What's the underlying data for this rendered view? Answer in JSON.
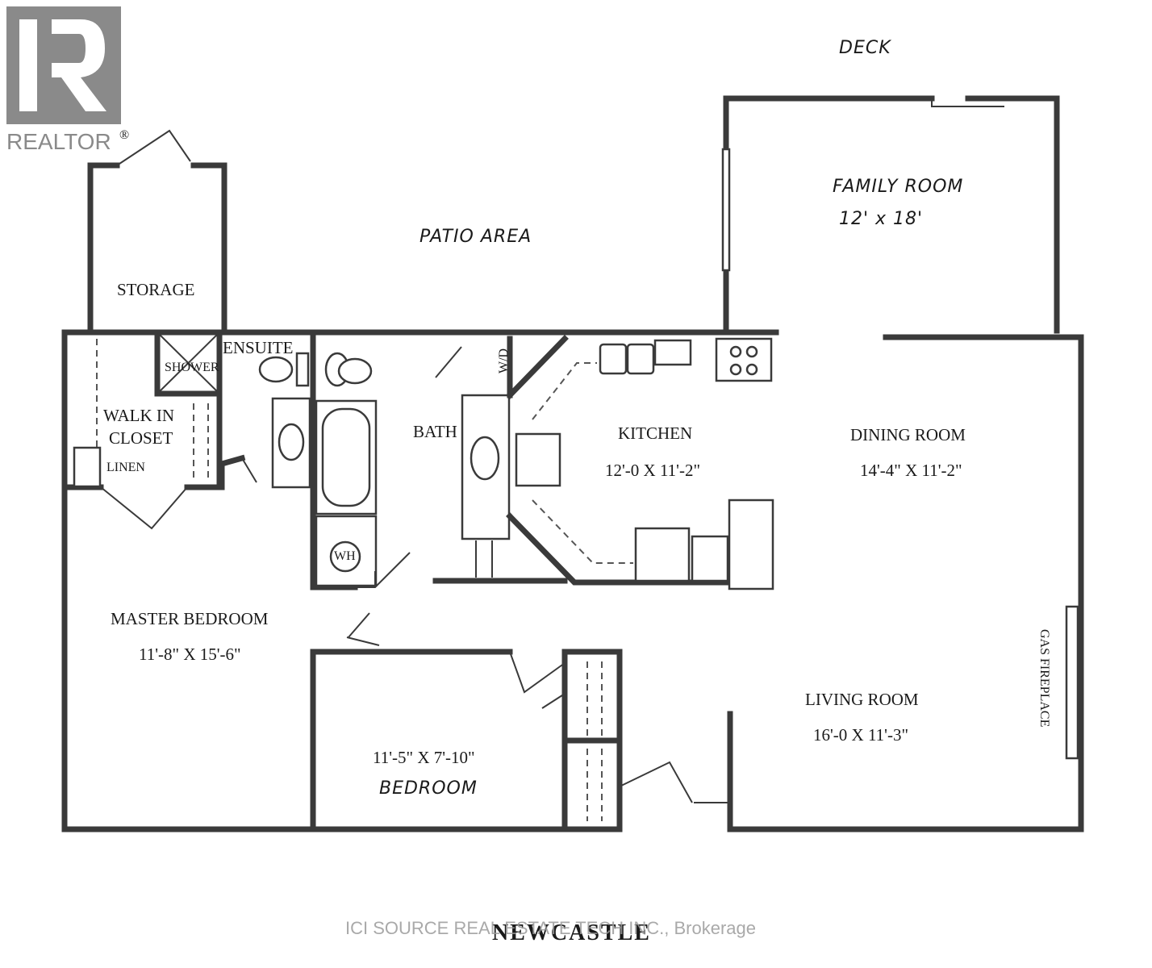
{
  "logo": {
    "text": "REALTOR",
    "mark": "®"
  },
  "plan_title": "NEWCASTLE",
  "watermark": "ICI SOURCE REAL ESTATE TECH INC., Brokerage",
  "rooms": {
    "deck": {
      "name": "DECK"
    },
    "family_room": {
      "name": "FAMILY ROOM",
      "size": "12' x 18'"
    },
    "patio": {
      "name": "PATIO AREA"
    },
    "storage": {
      "name": "STORAGE"
    },
    "ensuite": {
      "name": "ENSUITE"
    },
    "shower": {
      "name": "SHOWER"
    },
    "walk_in_closet": {
      "name_line1": "WALK IN",
      "name_line2": "CLOSET"
    },
    "linen": {
      "name": "LINEN"
    },
    "bath": {
      "name": "BATH"
    },
    "wd": {
      "name": "W/D"
    },
    "wh": {
      "name": "WH"
    },
    "kitchen": {
      "name": "KITCHEN",
      "size": "12'-0 X 11'-2\""
    },
    "dining_room": {
      "name": "DINING ROOM",
      "size": "14'-4\" X 11'-2\""
    },
    "master_bedroom": {
      "name": "MASTER BEDROOM",
      "size": "11'-8\" X 15'-6\""
    },
    "bedroom": {
      "name": "BEDROOM",
      "size": "11'-5\" X 7'-10\""
    },
    "living_room": {
      "name": "LIVING ROOM",
      "size": "16'-0 X 11'-3\""
    },
    "fireplace": {
      "name": "GAS FIREPLACE"
    }
  }
}
